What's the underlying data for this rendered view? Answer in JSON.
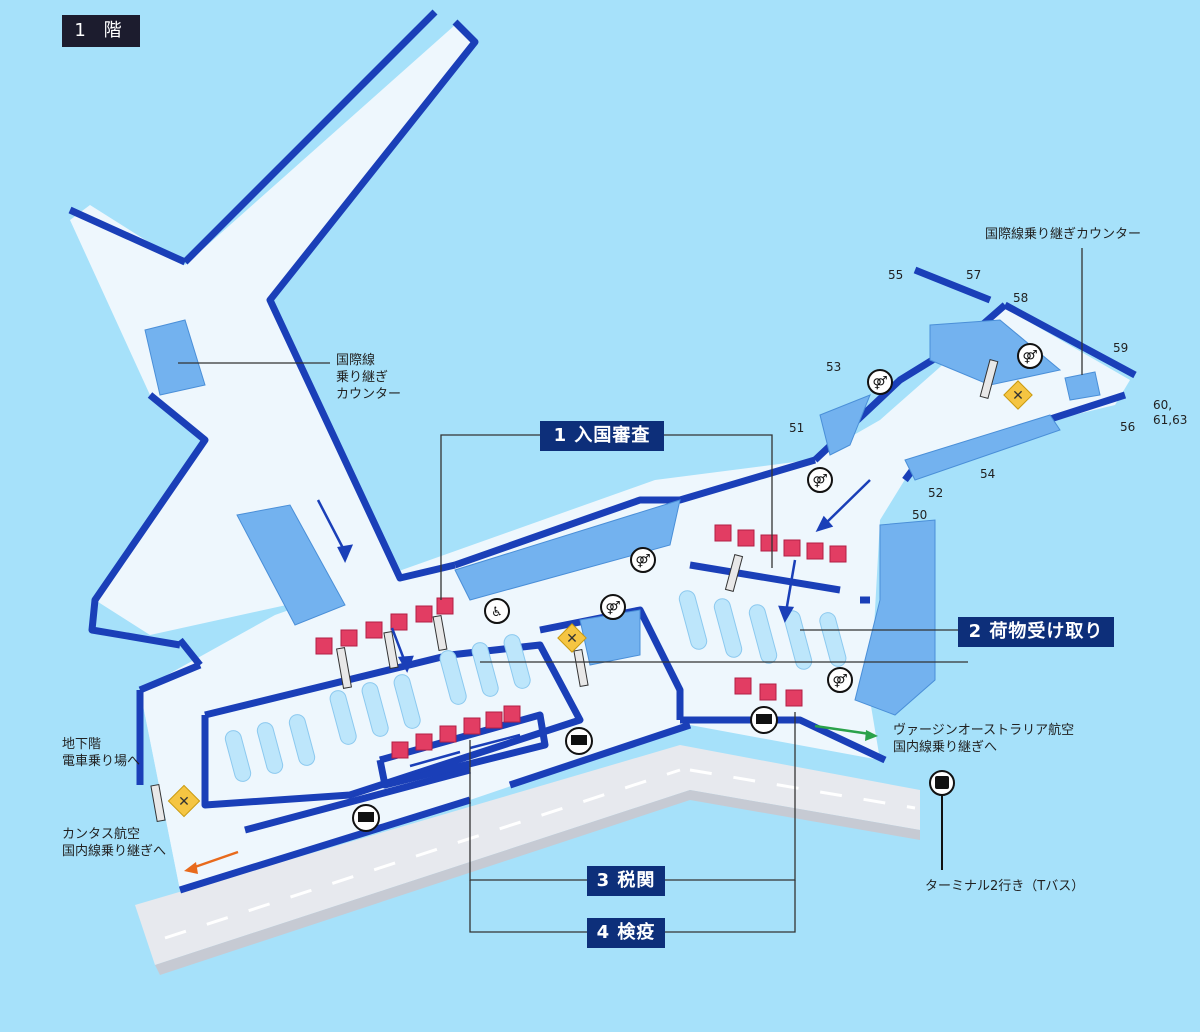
{
  "floor": "1 階",
  "callouts": {
    "immigration": "1 入国審査",
    "baggage": "2 荷物受け取り",
    "customs": "3 税関",
    "quarantine": "4 検疫"
  },
  "labels": {
    "transfer_counter_left": [
      "国際線",
      "乗り継ぎ",
      "カウンター"
    ],
    "transfer_counter_right": "国際線乗り継ぎカウンター",
    "basement": [
      "地下階",
      "電車乗り場へ"
    ],
    "qantas": [
      "カンタス航空",
      "国内線乗り継ぎへ"
    ],
    "virgin": [
      "ヴァージンオーストラリア航空",
      "国内線乗り継ぎへ"
    ],
    "terminal2_bus": "ターミナル2行き（Tバス）"
  },
  "gates": [
    "55",
    "57",
    "58",
    "59",
    "53",
    "51",
    "60,\n61,63",
    "56",
    "54",
    "52",
    "50"
  ],
  "icons": [
    "restroom-icon",
    "transit-icon",
    "bus-icon",
    "closed-area-icon",
    "escalator-icon"
  ],
  "colors": {
    "water": "#a6e1fa",
    "floor": "#eef7fd",
    "wall": "#1a3fb8",
    "block": "#73b2ef",
    "counter": "#e23d63",
    "belt": "#bde6fb",
    "callout": "#0d2f7a",
    "arrow_exit": "#e86a1c",
    "arrow_virgin": "#2aa24a"
  }
}
